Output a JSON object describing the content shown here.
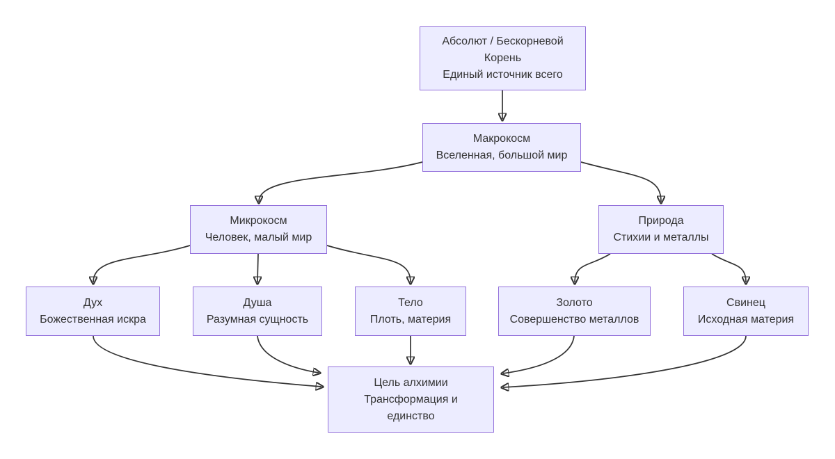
{
  "diagram_type": "flowchart-top-down",
  "colors": {
    "background": "#FFFFFF",
    "node_fill": "#ECECFF",
    "node_border": "#9370DB",
    "edge": "#333333",
    "text": "#333333"
  },
  "nodes": {
    "absolute": {
      "lines": [
        "Абсолют / Бескорневой",
        "Корень",
        "Единый источник всего"
      ]
    },
    "macrocosm": {
      "lines": [
        "Макрокосм",
        "Вселенная, большой мир"
      ]
    },
    "microcosm": {
      "lines": [
        "Микрокосм",
        "Человек, малый мир"
      ]
    },
    "nature": {
      "lines": [
        "Природа",
        "Стихии и металлы"
      ]
    },
    "spirit": {
      "lines": [
        "Дух",
        "Божественная искра"
      ]
    },
    "soul": {
      "lines": [
        "Душа",
        "Разумная сущность"
      ]
    },
    "body": {
      "lines": [
        "Тело",
        "Плоть, материя"
      ]
    },
    "gold": {
      "lines": [
        "Золото",
        "Совершенство металлов"
      ]
    },
    "lead": {
      "lines": [
        "Свинец",
        "Исходная материя"
      ]
    },
    "goal": {
      "lines": [
        "Цель алхимии",
        "Трансформация и",
        "единство"
      ]
    }
  },
  "edges": [
    {
      "from": "absolute",
      "to": "macrocosm"
    },
    {
      "from": "macrocosm",
      "to": "microcosm"
    },
    {
      "from": "macrocosm",
      "to": "nature"
    },
    {
      "from": "microcosm",
      "to": "spirit"
    },
    {
      "from": "microcosm",
      "to": "soul"
    },
    {
      "from": "microcosm",
      "to": "body"
    },
    {
      "from": "nature",
      "to": "gold"
    },
    {
      "from": "nature",
      "to": "lead"
    },
    {
      "from": "spirit",
      "to": "goal"
    },
    {
      "from": "soul",
      "to": "goal"
    },
    {
      "from": "body",
      "to": "goal"
    },
    {
      "from": "gold",
      "to": "goal"
    },
    {
      "from": "lead",
      "to": "goal"
    }
  ]
}
